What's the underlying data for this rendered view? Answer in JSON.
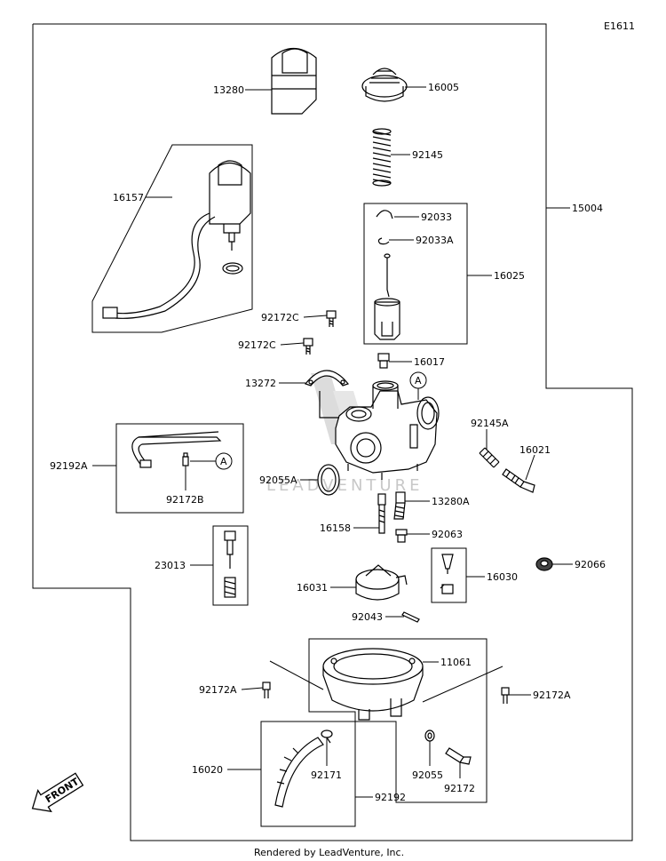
{
  "diagram": {
    "code": "E1611",
    "footer": "Rendered by LeadVenture, Inc.",
    "watermark": "LEADVENTURE",
    "front_label": "FRONT",
    "circle_ref": "A"
  },
  "parts": {
    "p13280": "13280",
    "p16005": "16005",
    "p92145": "92145",
    "p16157": "16157",
    "p15004": "15004",
    "p92033": "92033",
    "p92033A": "92033A",
    "p16025": "16025",
    "p92172C_1": "92172C",
    "p92172C_2": "92172C",
    "p16017": "16017",
    "p13272": "13272",
    "p92145A": "92145A",
    "p16021": "16021",
    "p92192A": "92192A",
    "p92172B": "92172B",
    "p92055A": "92055A",
    "p13280A": "13280A",
    "p16158": "16158",
    "p92063": "92063",
    "p23013": "23013",
    "p16030": "16030",
    "p92066": "92066",
    "p16031": "16031",
    "p92043": "92043",
    "p11061": "11061",
    "p92172A_1": "92172A",
    "p92172A_2": "92172A",
    "p16020": "16020",
    "p92171": "92171",
    "p92055": "92055",
    "p92172": "92172",
    "p92192": "92192"
  }
}
